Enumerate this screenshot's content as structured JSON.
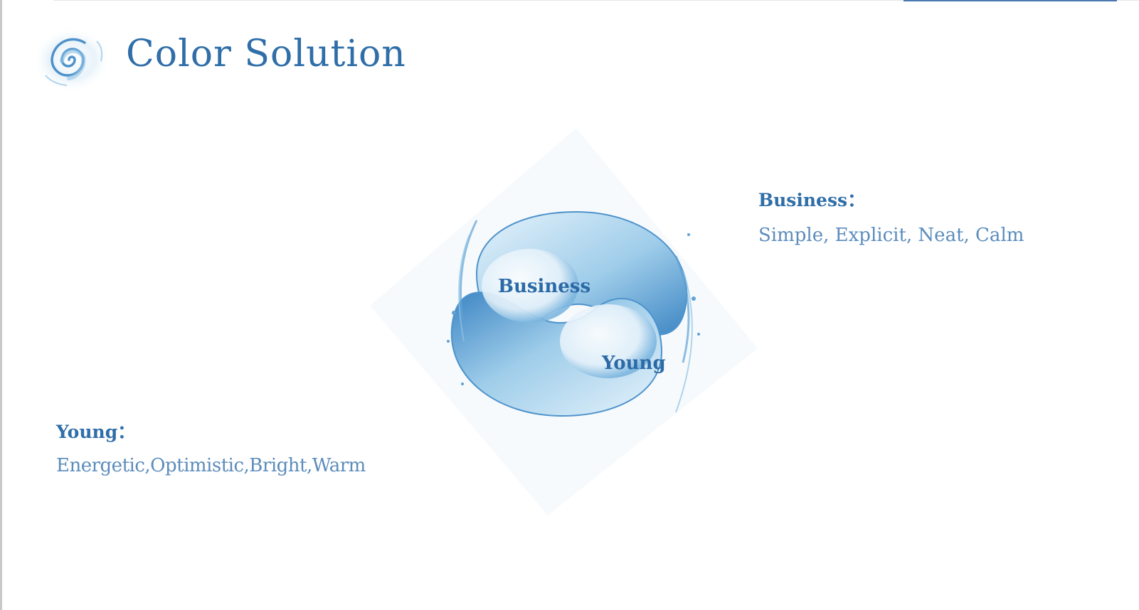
{
  "slide": {
    "title": "Color Solution"
  },
  "graphic": {
    "upper_label": "Business",
    "lower_label": "Young"
  },
  "business": {
    "heading": "Business：",
    "description": "Simple, Explicit, Neat, Calm"
  },
  "young": {
    "heading": "Young：",
    "description": "Energetic,Optimistic,Bright,Warm"
  },
  "colors": {
    "title": "#2f6ea8",
    "heading": "#2f6ea8",
    "description": "#5b8cbc",
    "water_light": "#d8ecf8",
    "water_mid": "#8fc3e6",
    "water_dark": "#3d86c4"
  }
}
